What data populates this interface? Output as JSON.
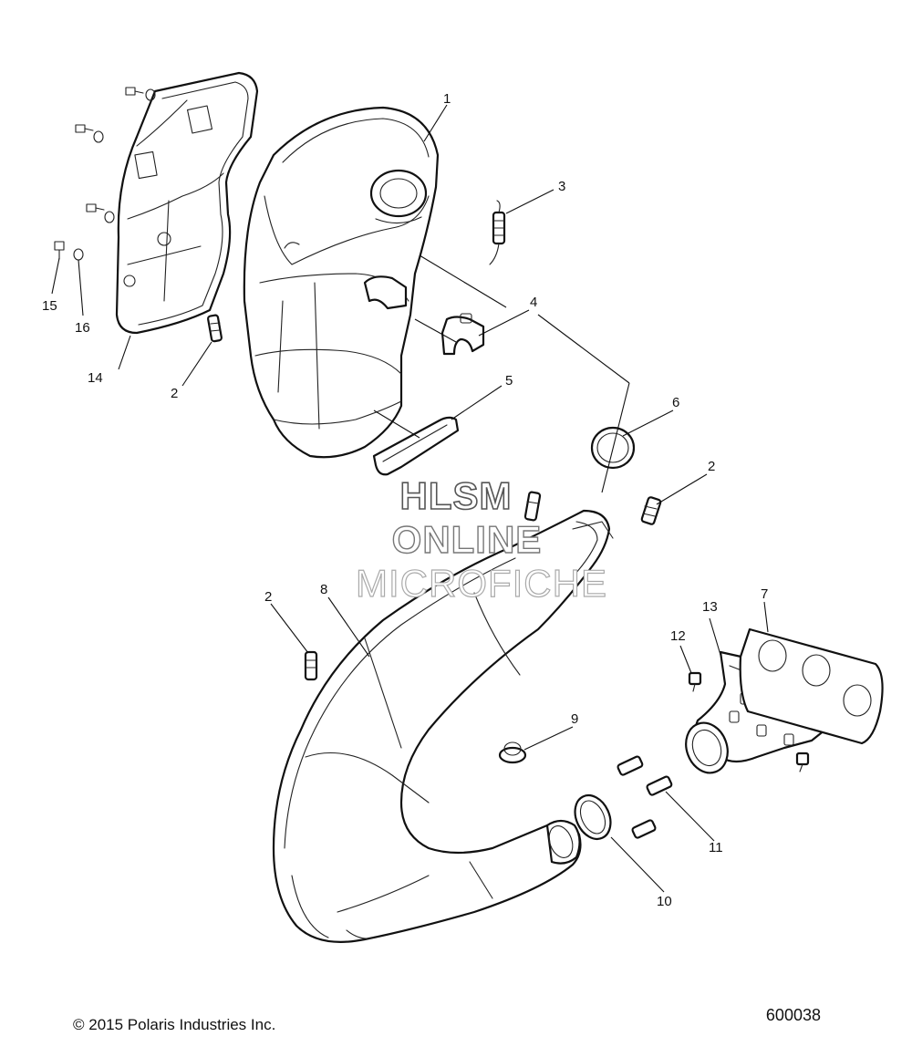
{
  "callouts": [
    {
      "id": "1",
      "text": "1"
    },
    {
      "id": "2a",
      "text": "2"
    },
    {
      "id": "2b",
      "text": "2"
    },
    {
      "id": "2c",
      "text": "2"
    },
    {
      "id": "3",
      "text": "3"
    },
    {
      "id": "4",
      "text": "4"
    },
    {
      "id": "5",
      "text": "5"
    },
    {
      "id": "6",
      "text": "6"
    },
    {
      "id": "7",
      "text": "7"
    },
    {
      "id": "8",
      "text": "8"
    },
    {
      "id": "9",
      "text": "9"
    },
    {
      "id": "10",
      "text": "10"
    },
    {
      "id": "11",
      "text": "11"
    },
    {
      "id": "12",
      "text": "12"
    },
    {
      "id": "13",
      "text": "13"
    },
    {
      "id": "14",
      "text": "14"
    },
    {
      "id": "15",
      "text": "15"
    },
    {
      "id": "16",
      "text": "16"
    }
  ],
  "watermark": {
    "line1": "HLSM",
    "line2": "ONLINE",
    "line3": "MICROFICHE"
  },
  "footer": {
    "copyright": "© 2015 Polaris Industries Inc.",
    "figure_number": "600038"
  }
}
